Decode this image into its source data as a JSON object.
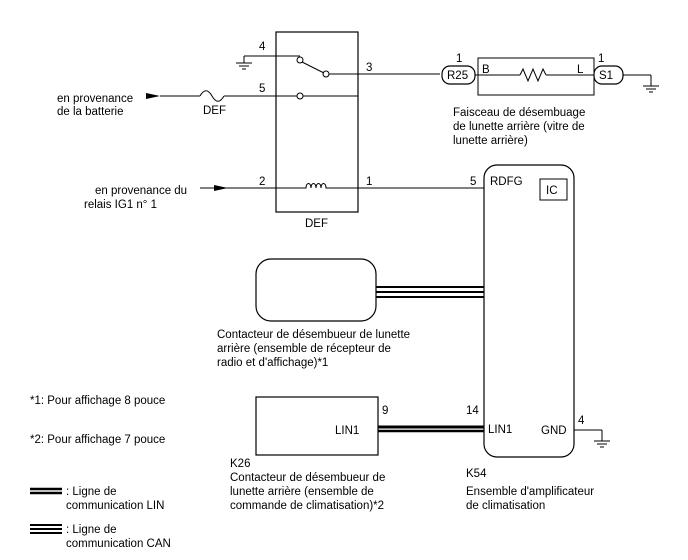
{
  "switch_block": {
    "label": "DEF",
    "pins": {
      "p4": "4",
      "p5": "5",
      "p3": "3",
      "p2": "2",
      "p1": "1"
    }
  },
  "battery_input": {
    "line1": "en provenance",
    "line2": "de la batterie",
    "fuse_label": "DEF"
  },
  "relay_input": {
    "line1": "en provenance du",
    "line2": "relais IG1 n° 1"
  },
  "defogger_harness": {
    "connector_left": "R25",
    "connector_right": "S1",
    "pin_left": "1",
    "pin_right": "1",
    "term_b": "B",
    "term_l": "L",
    "caption": [
      "Faisceau de désembuage",
      "de lunette arrière (vitre de",
      "lunette arrière)"
    ]
  },
  "amplifier": {
    "code": "K54",
    "name": [
      "Ensemble d'amplificateur",
      "de climatisation"
    ],
    "pins": {
      "rdfg_pin": "5",
      "rdfg": "RDFG",
      "ic": "IC",
      "lin_pin": "14",
      "lin": "LIN1",
      "gnd_pin": "4",
      "gnd": "GND"
    }
  },
  "radio_switch": {
    "caption": [
      "Contacteur de désembueur de lunette",
      "arrière (ensemble de récepteur de",
      "radio et d'affichage)*1"
    ]
  },
  "climate_switch": {
    "code": "K26",
    "lin": "LIN1",
    "pin": "9",
    "caption": [
      "Contacteur de désembueur de",
      "lunette arrière (ensemble de",
      "commande de climatisation)*2"
    ]
  },
  "notes": [
    "*1: Pour affichage 8 pouce",
    "*2: Pour affichage 7 pouce"
  ],
  "legend": {
    "lin": [
      ": Ligne de",
      "communication LIN"
    ],
    "can": [
      ": Ligne de",
      "communication CAN"
    ]
  }
}
